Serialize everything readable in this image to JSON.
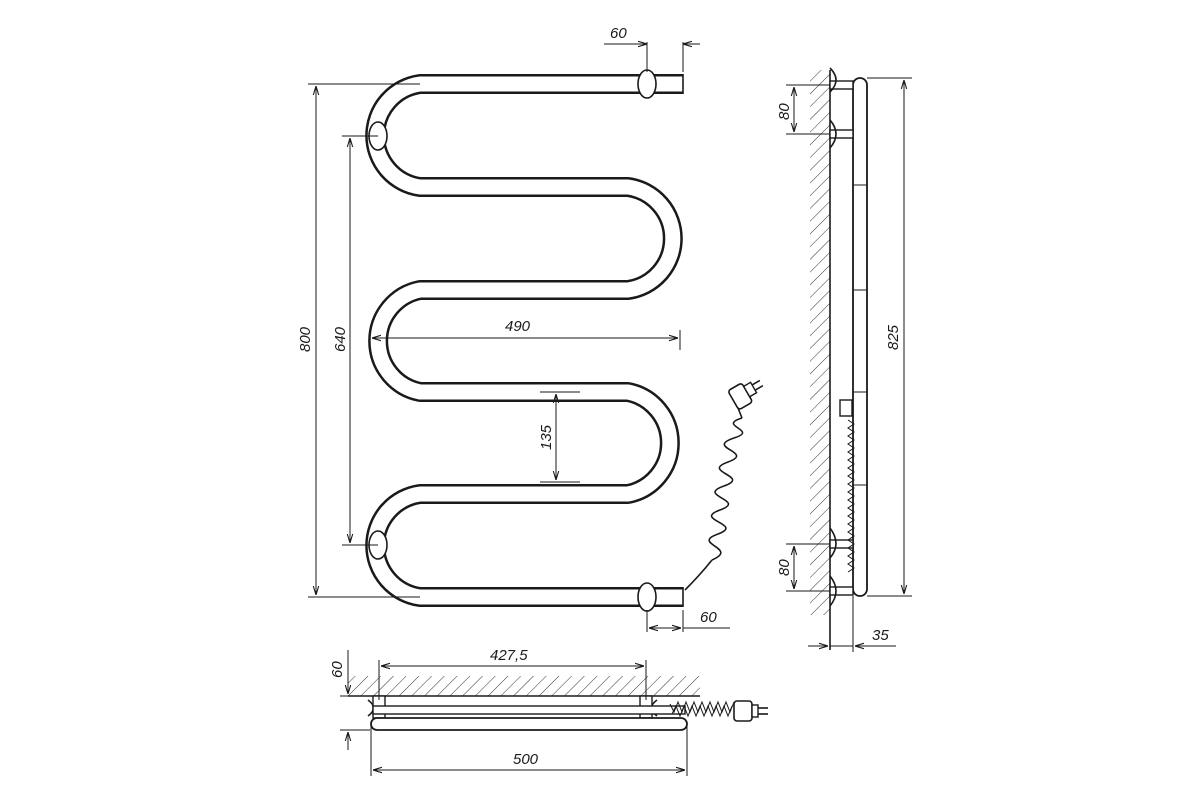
{
  "dimensions": {
    "top_offset": "60",
    "bottom_offset": "60",
    "overall_height": "800",
    "mount_spacing": "640",
    "width": "490",
    "bend_pitch": "135",
    "side_total_height": "825",
    "side_top_bracket": "80",
    "side_bottom_bracket": "80",
    "side_depth": "35",
    "plan_mount_width": "427,5",
    "plan_depth": "60",
    "plan_total_width": "500"
  },
  "colors": {
    "line": "#1a1a1a",
    "background": "#ffffff"
  }
}
